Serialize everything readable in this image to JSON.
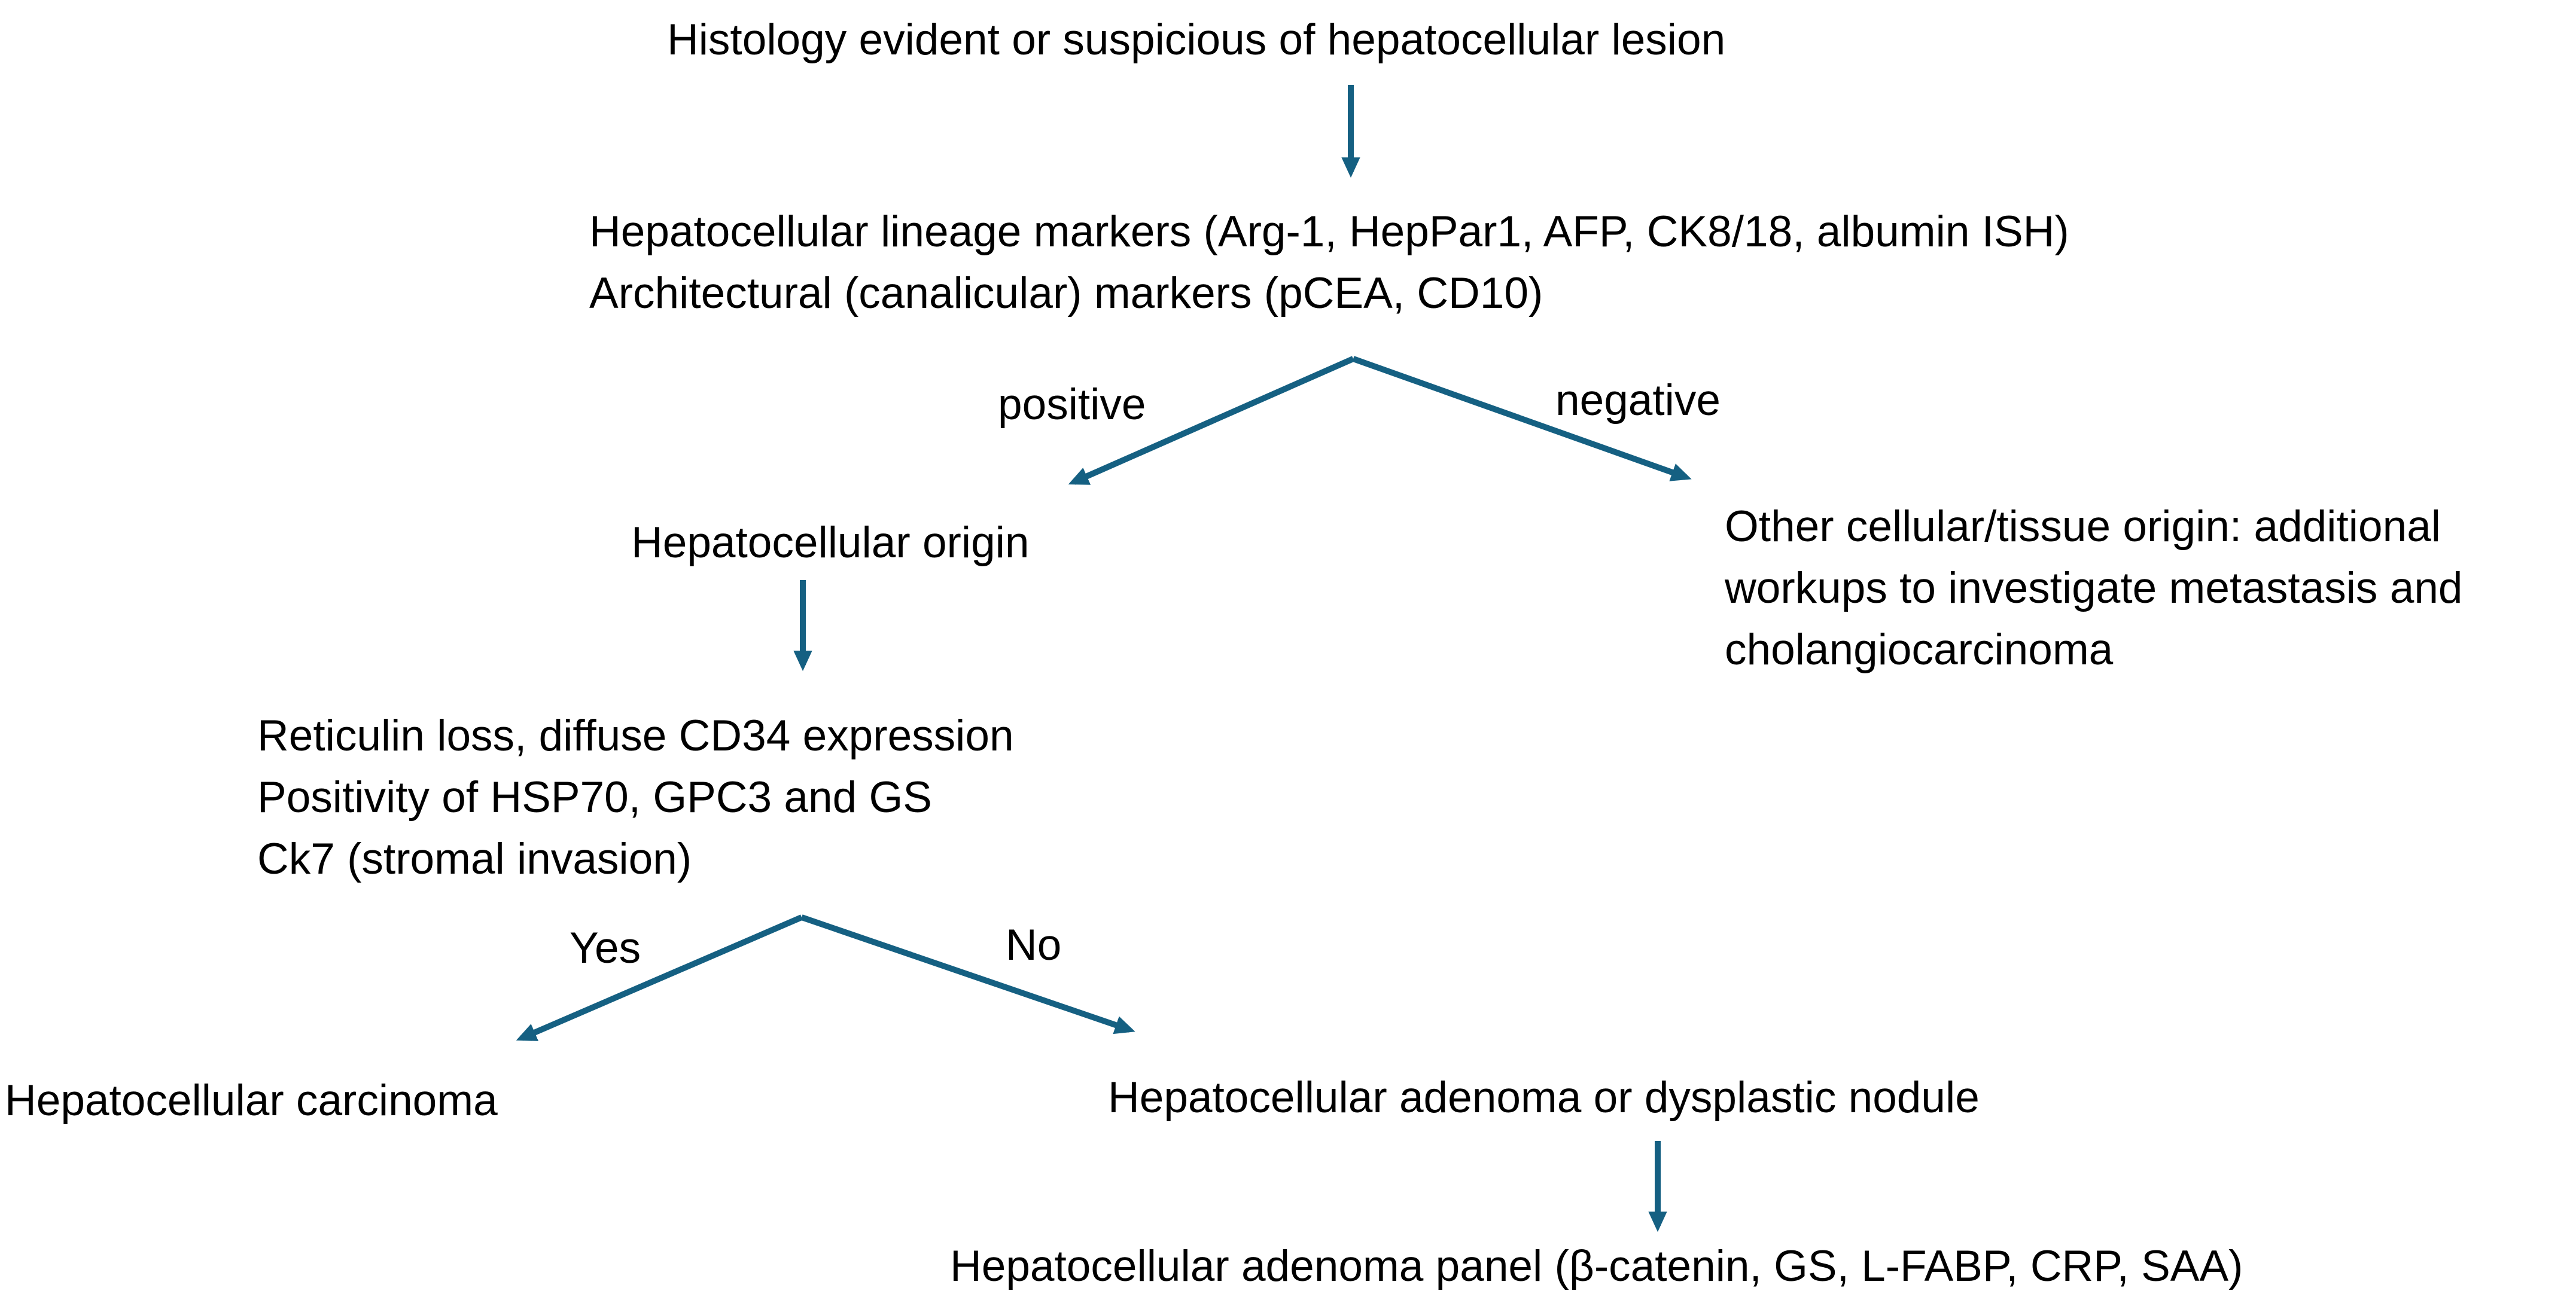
{
  "colors": {
    "background": "#ffffff",
    "text": "#000000",
    "arrow": "#156082"
  },
  "nodes": {
    "histology": {
      "lines": [
        "Histology evident or suspicious of hepatocellular lesion"
      ]
    },
    "lineage_markers": {
      "lines": [
        "Hepatocellular lineage markers (Arg-1, HepPar1, AFP, CK8/18, albumin ISH)",
        "Architectural (canalicular) markers (pCEA, CD10)"
      ]
    },
    "hepatocellular_origin": {
      "lines": [
        "Hepatocellular origin"
      ]
    },
    "other_origin": {
      "lines": [
        "Other cellular/tissue origin: additional",
        "workups to investigate metastasis and",
        "cholangiocarcinoma"
      ]
    },
    "malignancy_criteria": {
      "lines": [
        "Reticulin loss, diffuse CD34 expression",
        "Positivity of HSP70, GPC3 and GS",
        "Ck7 (stromal invasion)"
      ]
    },
    "hepatocellular_carcinoma": {
      "lines": [
        "Hepatocellular carcinoma"
      ]
    },
    "adenoma_or_dysplastic_nodule": {
      "lines": [
        "Hepatocellular adenoma or dysplastic nodule"
      ]
    },
    "adenoma_panel": {
      "lines": [
        "Hepatocellular adenoma panel (β-catenin, GS, L-FABP, CRP, SAA)"
      ]
    }
  },
  "edge_labels": {
    "positive": "positive",
    "negative": "negative",
    "yes": "Yes",
    "no": "No"
  }
}
